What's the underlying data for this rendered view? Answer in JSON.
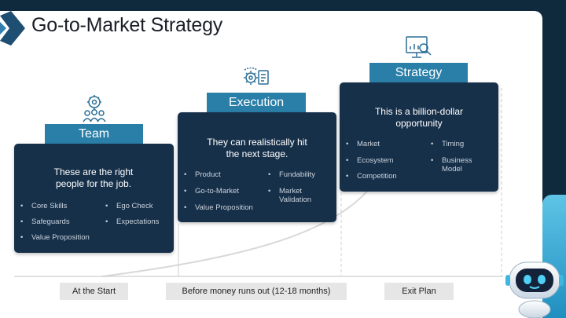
{
  "title": "Go-to-Market Strategy",
  "stages": [
    {
      "label": "Team",
      "icon": "team-gear-icon",
      "headline": "These are the right people for the job.",
      "items": [
        "Core Skills",
        "Ego Check",
        "Safeguards",
        "Expectations",
        "Value Proposition"
      ]
    },
    {
      "label": "Execution",
      "icon": "gears-document-icon",
      "headline": "They can realistically hit the next stage.",
      "items": [
        "Product",
        "Fundability",
        "Go-to-Market",
        "Market Validation",
        "Value Proposition"
      ]
    },
    {
      "label": "Strategy",
      "icon": "chart-magnifier-icon",
      "headline": "This is a billion-dollar opportunity",
      "items": [
        "Market",
        "Timing",
        "Ecosystem",
        "Business Model",
        "Competition"
      ]
    }
  ],
  "timeline": [
    "At the Start",
    "Before money runs out (12-18 months)",
    "Exit Plan"
  ],
  "colors": {
    "card": "#17304a",
    "label": "#2a7fa8",
    "accent": "#5fc4e6"
  }
}
